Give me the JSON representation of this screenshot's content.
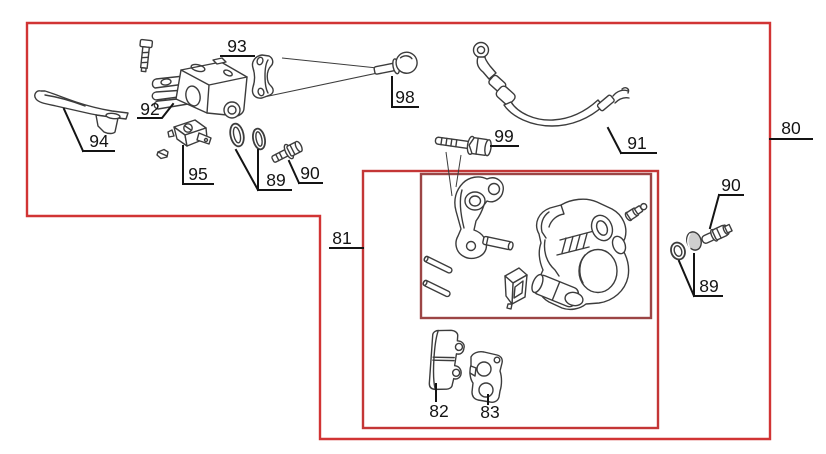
{
  "diagram": {
    "background_color": "#ffffff",
    "boxes": {
      "outer": {
        "color": "#d13434"
      },
      "assembly": {
        "color": "#c43636"
      },
      "caliper_detail": {
        "color": "#9c4545"
      }
    },
    "leader_color": "#141414",
    "art_color": "#3c3c3c",
    "callouts": {
      "c80": "80",
      "c81": "81",
      "c82": "82",
      "c83": "83",
      "c89": "89",
      "c90": "90",
      "c91": "91",
      "c92": "92",
      "c93": "93",
      "c94": "94",
      "c95": "95",
      "c98": "98",
      "c99": "99"
    }
  }
}
